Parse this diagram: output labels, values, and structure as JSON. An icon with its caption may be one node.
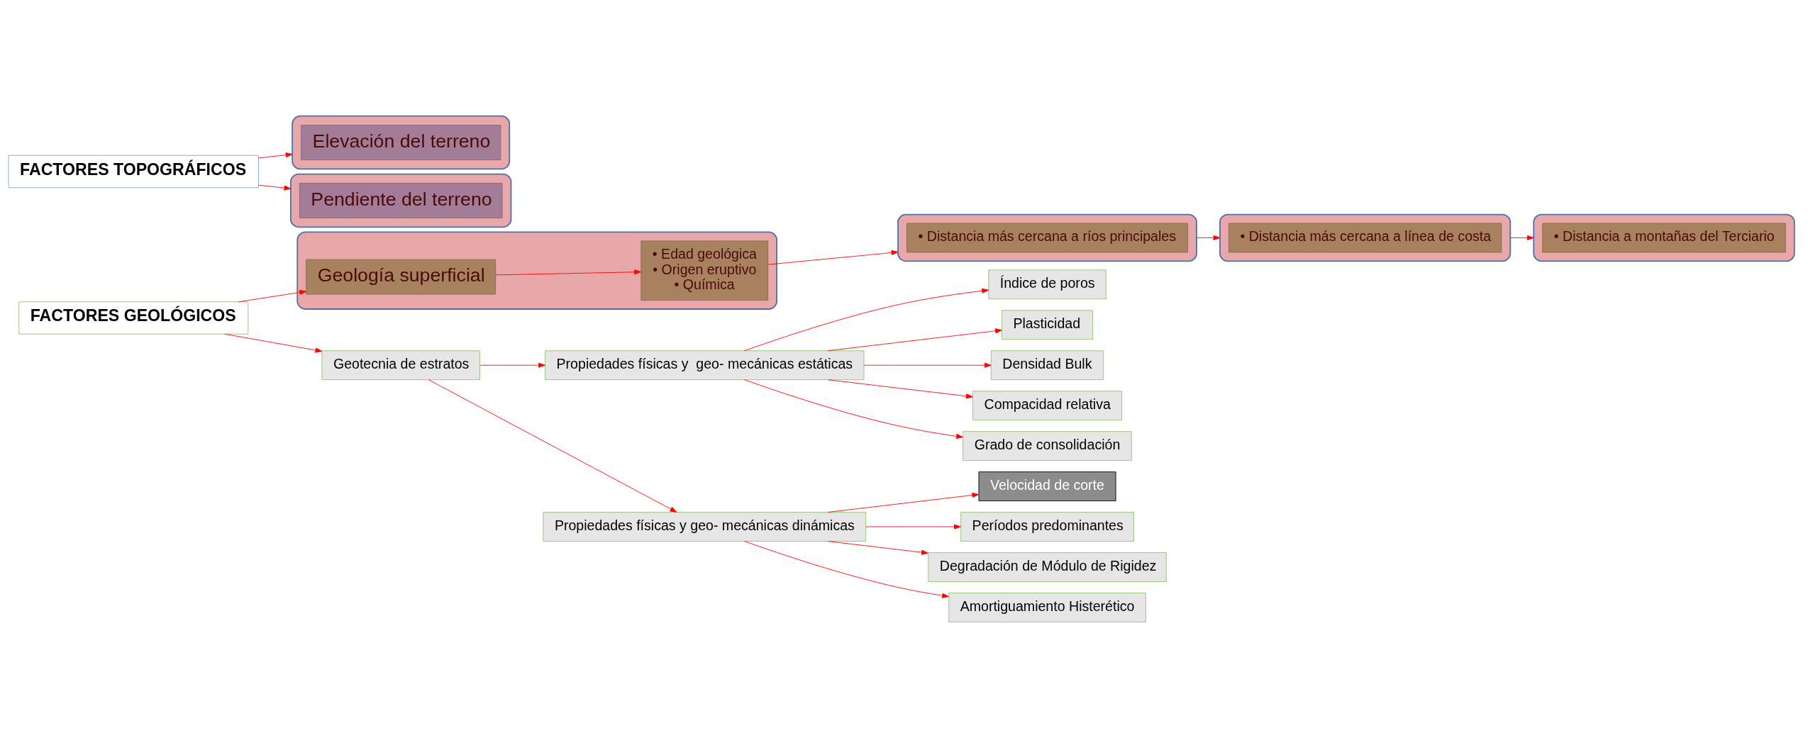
{
  "diagram": {
    "nodes": [
      {
        "text": [
          "FACTORES GEOLÓGICOS"
        ]
      },
      {
        "text": [],
        "shape": "box"
      },
      {
        "text": [
          "Geología superficial"
        ],
        "in": 1
      },
      {
        "text": [
          "• Edad geológica",
          "• Origen eruptivo",
          "• Química"
        ],
        "in": 1
      },
      {
        "text": [],
        "shape": "box"
      },
      {
        "text": [
          "• Distancia más cercana a ríos principales"
        ],
        "in": 4
      },
      {
        "text": [],
        "shape": "box"
      },
      {
        "text": [
          "• Distancia más cercana a línea de costa"
        ],
        "in": 6
      },
      {
        "text": [],
        "shape": "box"
      },
      {
        "text": [
          "• Distancia a montañas del Terciario"
        ],
        "in": 8
      },
      {
        "text": [
          "Geotecnia de estratos"
        ]
      },
      {
        "text": [
          "Propiedades físicas y  geo- mecánicas estáticas"
        ]
      },
      {
        "text": [
          "Índice de poros"
        ]
      },
      {
        "text": [
          "Plasticidad"
        ]
      },
      {
        "text": [
          "Densidad Bulk"
        ]
      },
      {
        "text": [
          "Compacidad relativa"
        ]
      },
      {
        "text": [
          "Grado de consolidación"
        ]
      },
      {
        "text": [
          "Propiedades físicas y geo- mecánicas dinámicas"
        ]
      },
      {
        "text": [
          "Velocidad de corte"
        ]
      },
      {
        "text": [
          "Períodos predominantes"
        ]
      },
      {
        "text": [
          "Degradación de Módulo de Rigidez"
        ]
      },
      {
        "text": [
          "Amortiguamiento Histerético"
        ]
      },
      {
        "text": [
          "FACTORES TOPOGRÁFICOS"
        ]
      },
      {
        "text": [],
        "shape": "box"
      },
      {
        "text": [
          "Elevación del terreno"
        ],
        "in": 23
      },
      {
        "text": [],
        "shape": "box"
      },
      {
        "text": [
          "Pendiente del terreno"
        ],
        "in": 25
      }
    ],
    "edges": [
      {
        "from": 0,
        "to": 2,
        "arrow": "to"
      },
      {
        "from": 0,
        "to": 10,
        "arrow": "to"
      },
      {
        "from": 2,
        "to": 3,
        "arrow": "to"
      },
      {
        "from": 3,
        "to": 4,
        "arrow": "to"
      },
      {
        "from": 4,
        "to": 6,
        "arrow": "to"
      },
      {
        "from": 6,
        "to": 8,
        "arrow": "to"
      },
      {
        "from": 10,
        "to": 11,
        "arrow": "to"
      },
      {
        "from": 10,
        "to": 17,
        "arrow": "to"
      },
      {
        "from": 11,
        "to": 12,
        "arrow": "to"
      },
      {
        "from": 11,
        "to": 13,
        "arrow": "to"
      },
      {
        "from": 11,
        "to": 14,
        "arrow": "to"
      },
      {
        "from": 11,
        "to": 15,
        "arrow": "to"
      },
      {
        "from": 11,
        "to": 16,
        "arrow": "to"
      },
      {
        "from": 17,
        "to": 18,
        "arrow": "to"
      },
      {
        "from": 17,
        "to": 19,
        "arrow": "to"
      },
      {
        "from": 17,
        "to": 20,
        "arrow": "to"
      },
      {
        "from": 17,
        "to": 21,
        "arrow": "to"
      },
      {
        "from": 22,
        "to": 23,
        "arrow": "to"
      },
      {
        "from": 22,
        "to": 25,
        "arrow": "to"
      }
    ]
  }
}
